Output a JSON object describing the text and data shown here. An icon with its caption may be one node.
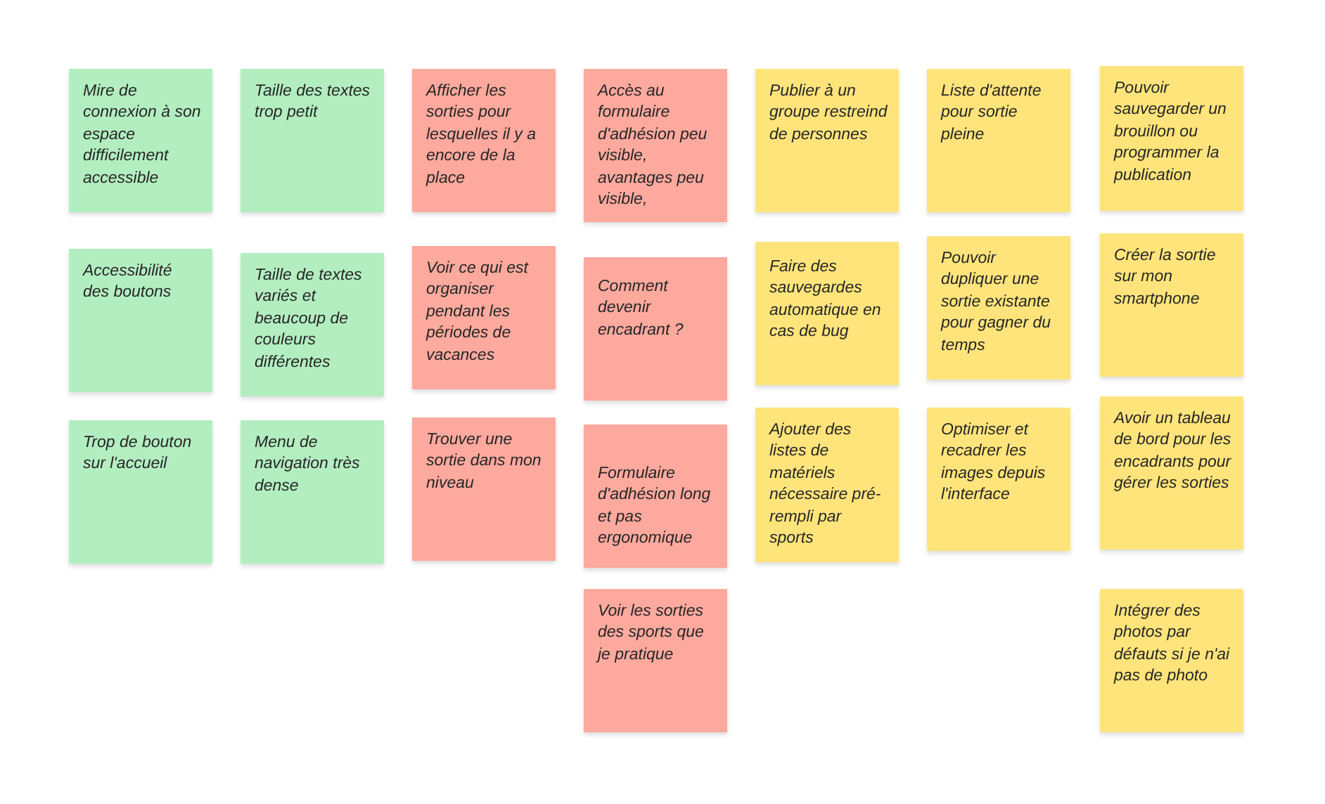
{
  "diagram": {
    "nodes": [
      {
        "text": [
          "Mire de connexion à son espace difficilement accessible"
        ]
      },
      {
        "text": [
          "Accessibilité des boutons"
        ]
      },
      {
        "text": [
          "Trop de bouton sur l'accueil"
        ]
      },
      {
        "text": [
          "Taille des textes trop petit"
        ]
      },
      {
        "text": [
          "Taille de textes variés et beaucoup de couleurs différentes"
        ]
      },
      {
        "text": [
          "Menu de navigation très dense"
        ]
      },
      {
        "text": [
          "Afficher les sorties pour lesquelles il y a encore de la place"
        ]
      },
      {
        "text": [
          "Voir ce qui est organiser pendant les périodes de vacances"
        ]
      },
      {
        "text": [
          "Trouver une sortie dans mon niveau"
        ]
      },
      {
        "text": [
          "Accès au formulaire d'adhésion peu visible, avantages peu visible,"
        ]
      },
      {
        "text": [
          "Comment devenir encadrant ?"
        ]
      },
      {
        "text": [
          "Formulaire d'adhésion long et pas ergonomique"
        ]
      },
      {
        "text": [
          "Voir les sorties des sports que je pratique"
        ]
      },
      {
        "text": [
          "Publier à un groupe restreind de personnes"
        ]
      },
      {
        "text": [
          "Faire des sauvegardes automatique en cas de bug"
        ]
      },
      {
        "text": [
          "Ajouter des listes de matériels nécessaire pré-rempli par sports"
        ]
      },
      {
        "text": [
          "Liste d'attente pour sortie pleine"
        ]
      },
      {
        "text": [
          "Pouvoir dupliquer une sortie existante pour gagner du temps"
        ]
      },
      {
        "text": [
          "Optimiser et recadrer les images depuis l'interface"
        ]
      },
      {
        "text": [
          "Pouvoir sauvegarder un brouillon ou programmer la publication"
        ]
      },
      {
        "text": [
          "Créer la sortie sur mon smartphone"
        ]
      },
      {
        "text": [
          "Avoir un tableau de bord pour les encadrants pour gérer les sorties"
        ]
      },
      {
        "text": [
          "Intégrer des photos par défauts si je n'ai pas de photo"
        ]
      }
    ]
  }
}
